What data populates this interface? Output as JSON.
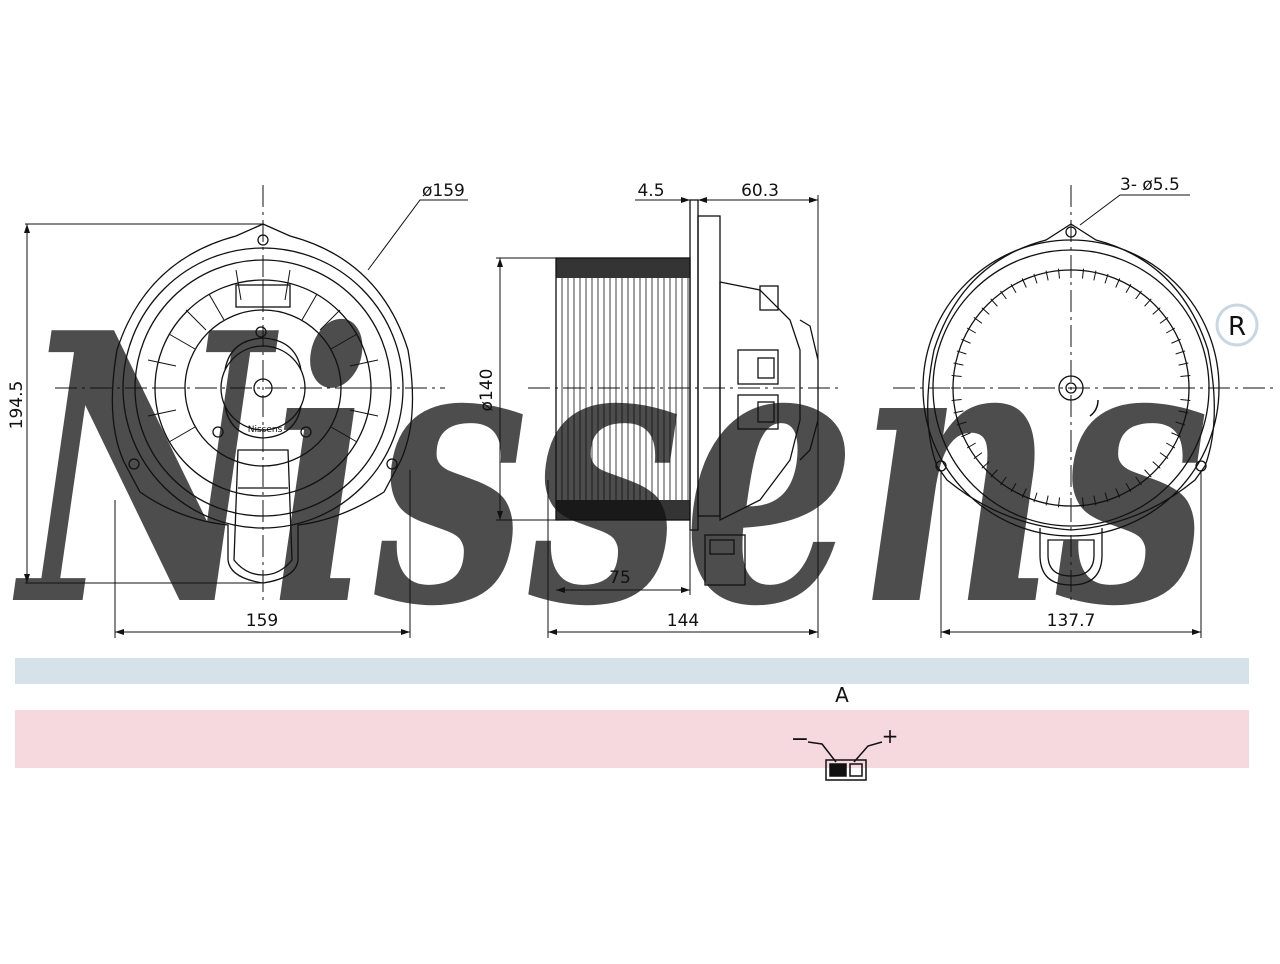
{
  "watermark": {
    "brand": "Nissens",
    "registered": "®"
  },
  "colors": {
    "stripe_blue": "#d6e2ea",
    "stripe_pink": "#f6d9de",
    "line": "#111111",
    "watermark": "#c9d7e2"
  },
  "front_view": {
    "dia_label": "ø159",
    "height_label": "194.5",
    "width_label": "159",
    "hub_text": "Nissens"
  },
  "side_view": {
    "dim_left_top": "4.5",
    "dim_right_top": "60.3",
    "dia_label": "ø140",
    "wheel_width": "75",
    "total_width": "144"
  },
  "rear_view": {
    "holes_label": "3- ø5.5",
    "width_label": "137.7"
  },
  "connector": {
    "view_label": "A",
    "minus": "−",
    "plus": "+"
  }
}
